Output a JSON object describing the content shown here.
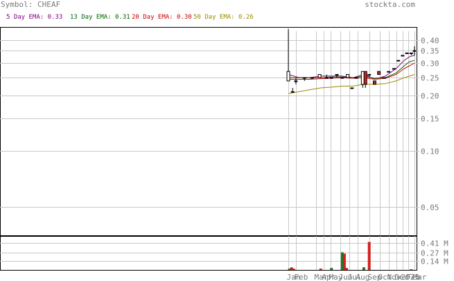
{
  "header": {
    "symbol_label": "Symbol: CHEAF",
    "site": "stockta.com"
  },
  "ema_legend": [
    {
      "label": "5 Day EMA: 0.33",
      "color": "#800080"
    },
    {
      "label": "13 Day EMA: 0.31",
      "color": "#006400"
    },
    {
      "label": "20 Day EMA: 0.30",
      "color": "#cc0000"
    },
    {
      "label": "50 Day EMA: 0.26",
      "color": "#9a8a00"
    }
  ],
  "colors": {
    "up": "#1a7a1a",
    "down": "#d42020",
    "grid": "#c8c8c8",
    "axis": "#000000"
  },
  "chart_data": [
    {
      "type": "candlestick",
      "title": "Symbol: CHEAF",
      "y_scale": "log",
      "ylim": [
        0.035,
        0.47
      ],
      "y_ticks": [
        0.4,
        0.35,
        0.3,
        0.25,
        0.2,
        0.15,
        0.1,
        0.05
      ],
      "y_tick_labels": [
        "0.40",
        "0.35",
        "0.30",
        "0.25",
        "0.20",
        "0.15",
        "0.10",
        "0.05"
      ],
      "grid": true,
      "x_day_range": [
        0,
        420
      ],
      "x_month_ticks": [
        {
          "day": 0,
          "label": "Jan"
        },
        {
          "day": 14,
          "label": "Feb"
        },
        {
          "day": 51,
          "label": "Mar"
        },
        {
          "day": 65,
          "label": "Apr"
        },
        {
          "day": 78,
          "label": "May"
        },
        {
          "day": 96,
          "label": "Jun"
        },
        {
          "day": 113,
          "label": "Jul"
        },
        {
          "day": 128,
          "label": "Aug"
        },
        {
          "day": 150,
          "label": "Sep"
        },
        {
          "day": 170,
          "label": "Oct"
        },
        {
          "day": 186,
          "label": "Nov"
        },
        {
          "day": 200,
          "label": "Dec"
        },
        {
          "day": 212,
          "label": "2025"
        },
        {
          "day": 222,
          "label": "Feb"
        },
        {
          "day": 234,
          "label": "Mar"
        }
      ],
      "candles": [
        {
          "day": 0,
          "open": 0.24,
          "high": 0.46,
          "low": 0.24,
          "close": 0.27
        },
        {
          "day": 8,
          "open": 0.21,
          "high": 0.22,
          "low": 0.21,
          "close": 0.21
        },
        {
          "day": 14,
          "open": 0.24,
          "high": 0.25,
          "low": 0.23,
          "close": 0.24
        },
        {
          "day": 30,
          "open": 0.25,
          "high": 0.25,
          "low": 0.24,
          "close": 0.25
        },
        {
          "day": 44,
          "open": 0.25,
          "high": 0.25,
          "low": 0.25,
          "close": 0.25
        },
        {
          "day": 58,
          "open": 0.25,
          "high": 0.26,
          "low": 0.25,
          "close": 0.26
        },
        {
          "day": 71,
          "open": 0.25,
          "high": 0.26,
          "low": 0.25,
          "close": 0.25
        },
        {
          "day": 80,
          "open": 0.25,
          "high": 0.25,
          "low": 0.25,
          "close": 0.25
        },
        {
          "day": 90,
          "open": 0.26,
          "high": 0.26,
          "low": 0.25,
          "close": 0.26
        },
        {
          "day": 100,
          "open": 0.25,
          "high": 0.25,
          "low": 0.25,
          "close": 0.25
        },
        {
          "day": 110,
          "open": 0.25,
          "high": 0.26,
          "low": 0.25,
          "close": 0.26
        },
        {
          "day": 118,
          "open": 0.22,
          "high": 0.22,
          "low": 0.22,
          "close": 0.22
        },
        {
          "day": 126,
          "open": 0.25,
          "high": 0.25,
          "low": 0.25,
          "close": 0.25
        },
        {
          "day": 138,
          "open": 0.23,
          "high": 0.27,
          "low": 0.22,
          "close": 0.27
        },
        {
          "day": 143,
          "open": 0.27,
          "high": 0.27,
          "low": 0.22,
          "close": 0.23
        },
        {
          "day": 150,
          "open": 0.26,
          "high": 0.26,
          "low": 0.25,
          "close": 0.26
        },
        {
          "day": 160,
          "open": 0.24,
          "high": 0.24,
          "low": 0.23,
          "close": 0.23
        },
        {
          "day": 168,
          "open": 0.27,
          "high": 0.27,
          "low": 0.26,
          "close": 0.26
        },
        {
          "day": 178,
          "open": 0.25,
          "high": 0.25,
          "low": 0.25,
          "close": 0.25
        },
        {
          "day": 186,
          "open": 0.27,
          "high": 0.27,
          "low": 0.27,
          "close": 0.27
        },
        {
          "day": 196,
          "open": 0.28,
          "high": 0.28,
          "low": 0.28,
          "close": 0.28
        },
        {
          "day": 204,
          "open": 0.31,
          "high": 0.31,
          "low": 0.31,
          "close": 0.31
        },
        {
          "day": 212,
          "open": 0.33,
          "high": 0.33,
          "low": 0.33,
          "close": 0.33
        },
        {
          "day": 220,
          "open": 0.34,
          "high": 0.34,
          "low": 0.34,
          "close": 0.34
        },
        {
          "day": 228,
          "open": 0.34,
          "high": 0.34,
          "low": 0.33,
          "close": 0.34
        },
        {
          "day": 234,
          "open": 0.35,
          "high": 0.37,
          "low": 0.33,
          "close": 0.35
        }
      ],
      "ema_series": [
        {
          "name": "5 Day EMA",
          "color": "#800080",
          "points": [
            [
              0,
              0.26
            ],
            [
              20,
              0.25
            ],
            [
              40,
              0.25
            ],
            [
              60,
              0.255
            ],
            [
              80,
              0.255
            ],
            [
              100,
              0.255
            ],
            [
              120,
              0.25
            ],
            [
              140,
              0.26
            ],
            [
              160,
              0.245
            ],
            [
              180,
              0.255
            ],
            [
              200,
              0.28
            ],
            [
              215,
              0.31
            ],
            [
              225,
              0.325
            ],
            [
              234,
              0.33
            ]
          ]
        },
        {
          "name": "13 Day EMA",
          "color": "#006400",
          "points": [
            [
              0,
              0.25
            ],
            [
              20,
              0.25
            ],
            [
              40,
              0.25
            ],
            [
              60,
              0.25
            ],
            [
              80,
              0.252
            ],
            [
              100,
              0.252
            ],
            [
              120,
              0.25
            ],
            [
              140,
              0.255
            ],
            [
              160,
              0.248
            ],
            [
              180,
              0.25
            ],
            [
              200,
              0.265
            ],
            [
              215,
              0.29
            ],
            [
              225,
              0.305
            ],
            [
              234,
              0.31
            ]
          ]
        },
        {
          "name": "20 Day EMA",
          "color": "#cc0000",
          "points": [
            [
              0,
              0.245
            ],
            [
              20,
              0.245
            ],
            [
              40,
              0.245
            ],
            [
              60,
              0.247
            ],
            [
              80,
              0.248
            ],
            [
              100,
              0.25
            ],
            [
              120,
              0.248
            ],
            [
              140,
              0.25
            ],
            [
              160,
              0.245
            ],
            [
              180,
              0.248
            ],
            [
              200,
              0.26
            ],
            [
              215,
              0.28
            ],
            [
              225,
              0.29
            ],
            [
              234,
              0.3
            ]
          ]
        },
        {
          "name": "50 Day EMA",
          "color": "#9a8a00",
          "points": [
            [
              0,
              0.205
            ],
            [
              20,
              0.21
            ],
            [
              40,
              0.215
            ],
            [
              60,
              0.22
            ],
            [
              80,
              0.222
            ],
            [
              100,
              0.225
            ],
            [
              120,
              0.225
            ],
            [
              140,
              0.23
            ],
            [
              160,
              0.23
            ],
            [
              180,
              0.232
            ],
            [
              200,
              0.24
            ],
            [
              215,
              0.25
            ],
            [
              225,
              0.255
            ],
            [
              234,
              0.26
            ]
          ]
        }
      ]
    },
    {
      "type": "bar",
      "title": "",
      "ylabel": "",
      "y_unit": "M",
      "ylim": [
        0,
        0.52
      ],
      "y_ticks": [
        0.41,
        0.27,
        0.14
      ],
      "y_tick_labels": [
        "0.41 M",
        "0.27 M",
        "0.14 M"
      ],
      "bars": [
        {
          "day": 2,
          "value": 0.02,
          "color": "green"
        },
        {
          "day": 6,
          "value": 0.04,
          "color": "red"
        },
        {
          "day": 10,
          "value": 0.02,
          "color": "red"
        },
        {
          "day": 60,
          "value": 0.02,
          "color": "red"
        },
        {
          "day": 80,
          "value": 0.03,
          "color": "green"
        },
        {
          "day": 100,
          "value": 0.27,
          "color": "green"
        },
        {
          "day": 104,
          "value": 0.25,
          "color": "red"
        },
        {
          "day": 108,
          "value": 0.03,
          "color": "red"
        },
        {
          "day": 140,
          "value": 0.04,
          "color": "green"
        },
        {
          "day": 150,
          "value": 0.43,
          "color": "red"
        },
        {
          "day": 228,
          "value": 0.01,
          "color": "green"
        }
      ]
    }
  ]
}
